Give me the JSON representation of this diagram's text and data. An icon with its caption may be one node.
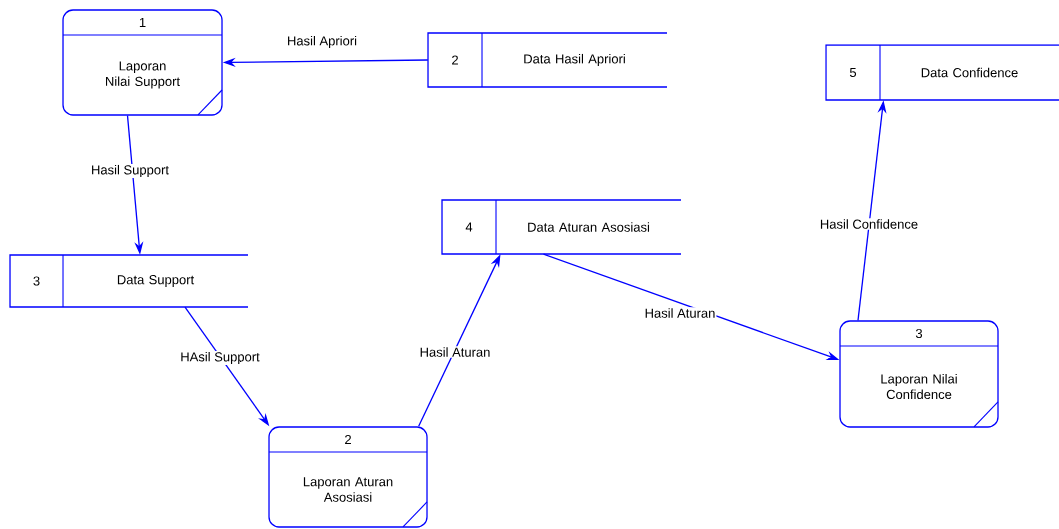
{
  "diagram": {
    "nodes": [
      {
        "text": [
          "1",
          "Laporan Nilai Support"
        ]
      },
      {
        "text": [
          "2",
          "Data Hasil Apriori"
        ]
      },
      {
        "text": [
          "5",
          "Data Confidence"
        ]
      },
      {
        "text": [
          "3",
          "Data Support"
        ]
      },
      {
        "text": [
          "4",
          "Data Aturan Asosiasi"
        ]
      },
      {
        "text": [
          "3",
          "Laporan Nilai Confidence"
        ]
      },
      {
        "text": [
          "2",
          "Laporan Aturan Asosiasi"
        ]
      }
    ],
    "edges": [
      {
        "from": 1,
        "to": 0,
        "arrow": "to",
        "label": "Hasil Apriori"
      },
      {
        "from": 0,
        "to": 3,
        "arrow": "to",
        "label": "Hasil Support"
      },
      {
        "from": 3,
        "to": 6,
        "arrow": "to",
        "label": "HAsil Support"
      },
      {
        "from": 6,
        "to": 4,
        "arrow": "to",
        "label": "Hasil Aturan"
      },
      {
        "from": 4,
        "to": 5,
        "arrow": "to",
        "label": "Hasil Aturan"
      },
      {
        "from": 5,
        "to": 2,
        "arrow": "to",
        "label": "Hasil Confidence"
      }
    ]
  }
}
